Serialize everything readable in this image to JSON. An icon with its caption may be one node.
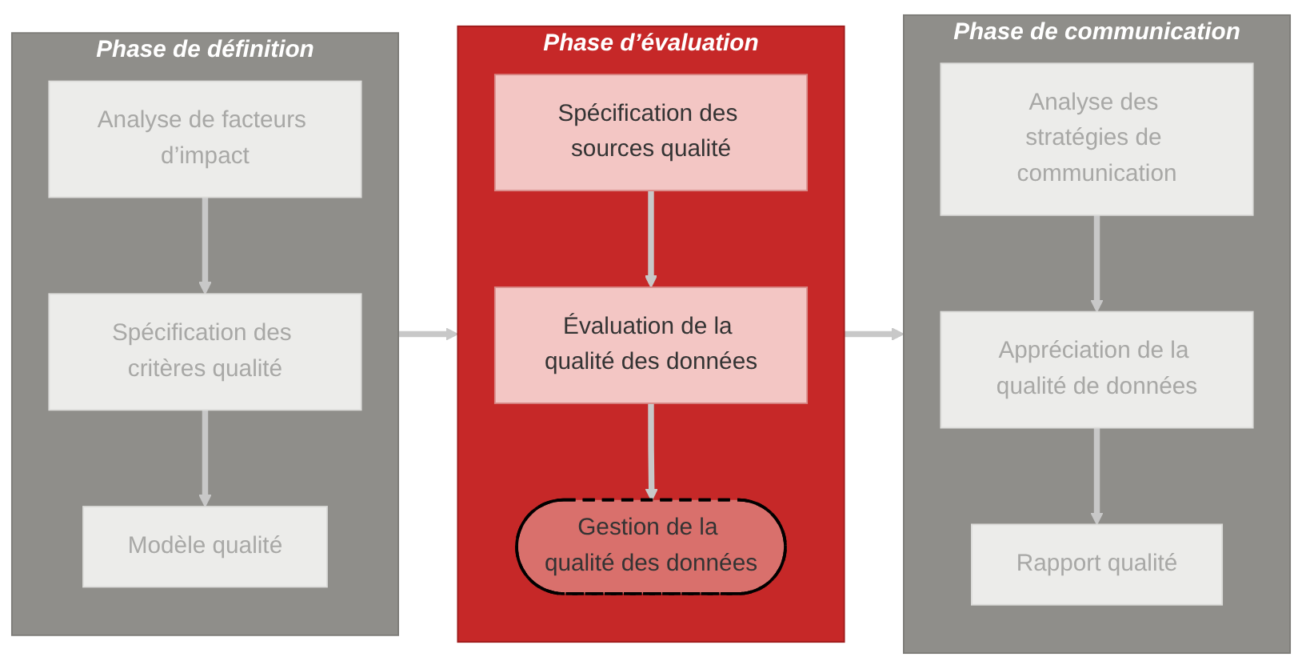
{
  "diagram": {
    "nodes": [
      {
        "text": [
          "Phase de définition"
        ]
      },
      {
        "text": [
          "Analyse de facteurs d’impact"
        ],
        "in": 0
      },
      {
        "text": [
          "Spécification des critères qualité"
        ],
        "in": 0
      },
      {
        "text": [
          "Modèle qualité"
        ],
        "in": 0
      },
      {
        "text": [
          "Phase d’évaluation"
        ]
      },
      {
        "text": [
          "Spécification des sources qualité"
        ],
        "in": 4
      },
      {
        "text": [
          "Évaluation de la qualité des données"
        ],
        "in": 4
      },
      {
        "text": [
          "Gestion de la qualité des données"
        ],
        "in": 4
      },
      {
        "text": [
          "Phase de communication"
        ]
      },
      {
        "text": [
          "Analyse des stratégies de communication"
        ],
        "in": 8
      },
      {
        "text": [
          "Appréciation de la qualité de données"
        ],
        "in": 8
      },
      {
        "text": [
          "Rapport qualité"
        ],
        "in": 8
      }
    ],
    "edges": [
      {
        "from": 1,
        "to": 2,
        "arrow": "to"
      },
      {
        "from": 2,
        "to": 3,
        "arrow": "to"
      },
      {
        "from": 5,
        "to": 6,
        "arrow": "to"
      },
      {
        "from": 6,
        "to": 7,
        "arrow": "to"
      },
      {
        "from": 9,
        "to": 10,
        "arrow": "to"
      },
      {
        "from": 10,
        "to": 11,
        "arrow": "to"
      },
      {
        "from": 0,
        "to": 4,
        "arrow": "to"
      },
      {
        "from": 4,
        "to": 8,
        "arrow": "to"
      }
    ]
  }
}
